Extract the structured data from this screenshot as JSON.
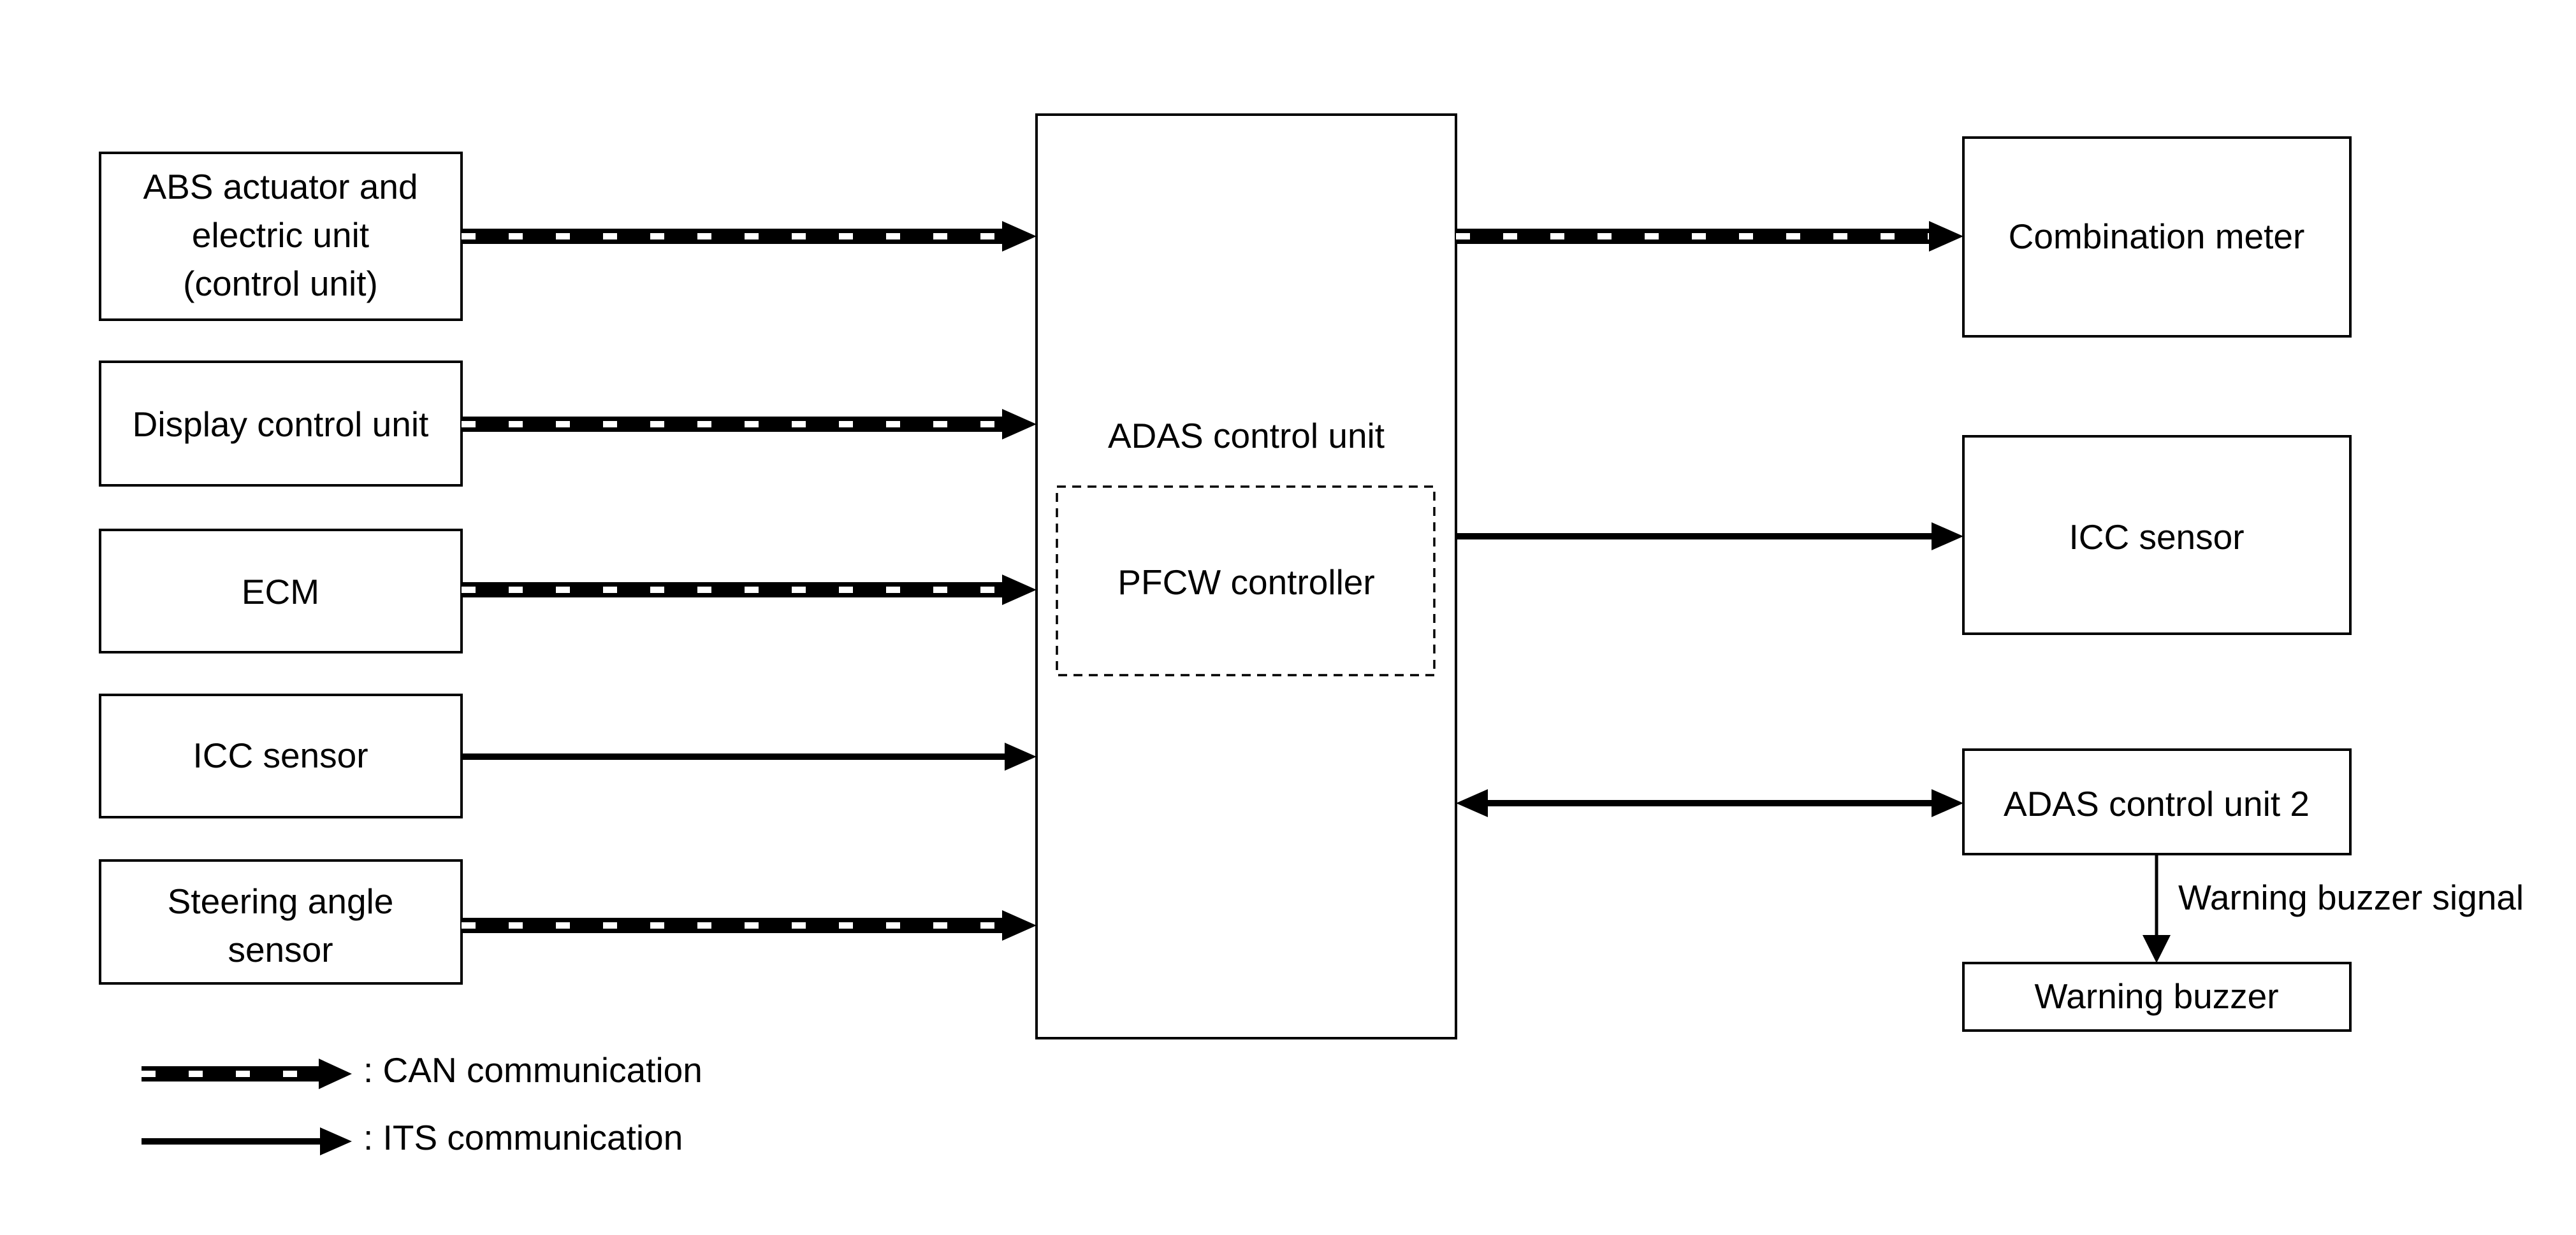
{
  "diagram": {
    "center": {
      "label": "ADAS control unit",
      "sub_label": "PFCW controller"
    },
    "inputs": [
      {
        "lines": [
          "ABS actuator and",
          "electric unit",
          "(control unit)"
        ],
        "link": "CAN"
      },
      {
        "lines": [
          "Display control unit"
        ],
        "link": "CAN"
      },
      {
        "lines": [
          "ECM"
        ],
        "link": "CAN"
      },
      {
        "lines": [
          "ICC sensor"
        ],
        "link": "ITS"
      },
      {
        "lines": [
          "Steering angle",
          "sensor"
        ],
        "link": "CAN"
      }
    ],
    "outputs": [
      {
        "lines": [
          "Combination meter"
        ],
        "link": "CAN",
        "direction": "out"
      },
      {
        "lines": [
          "ICC sensor"
        ],
        "link": "ITS",
        "direction": "out"
      },
      {
        "lines": [
          "ADAS control unit 2"
        ],
        "link": "ITS",
        "direction": "both"
      }
    ],
    "buzzer": {
      "label": "Warning buzzer",
      "signal_label": "Warning buzzer signal"
    }
  },
  "legend": {
    "can": ": CAN communication",
    "its": ": ITS communication"
  }
}
